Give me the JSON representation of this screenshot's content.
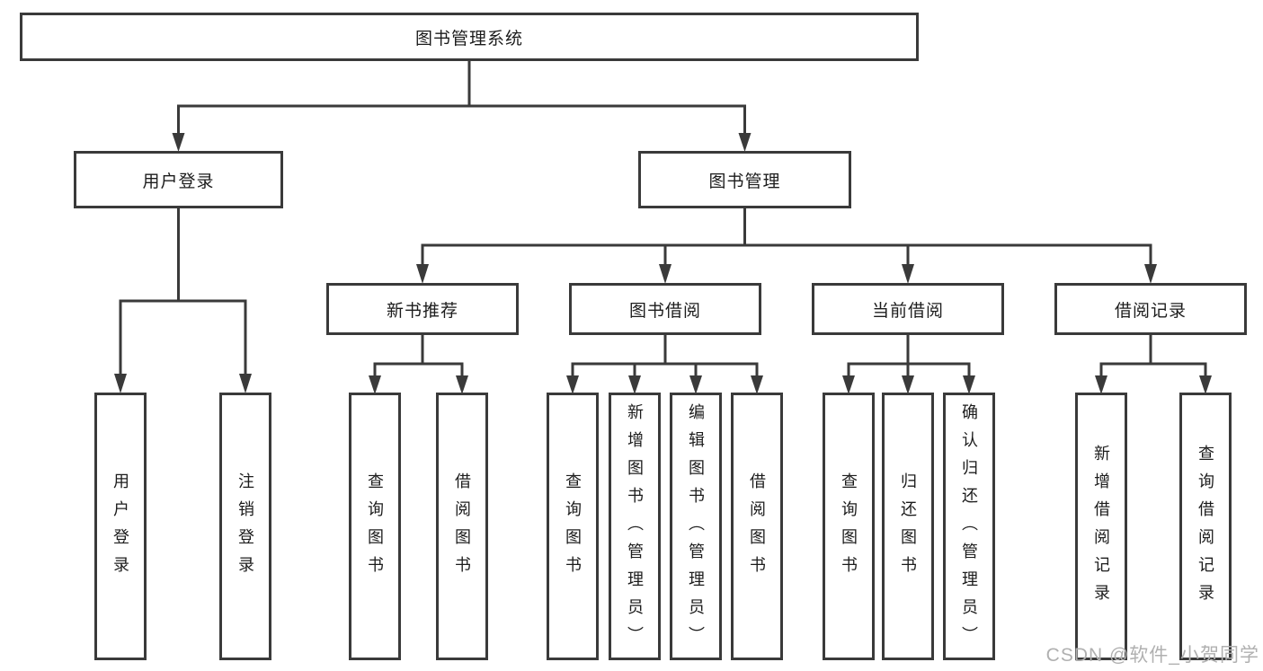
{
  "diagram": {
    "root": {
      "label": "图书管理系统"
    },
    "level2": [
      {
        "label": "用户登录"
      },
      {
        "label": "图书管理"
      }
    ],
    "level3": [
      {
        "label": "新书推荐"
      },
      {
        "label": "图书借阅"
      },
      {
        "label": "当前借阅"
      },
      {
        "label": "借阅记录"
      }
    ],
    "leaves_user_login": [
      {
        "label": "用户登录"
      },
      {
        "label": "注销登录"
      }
    ],
    "leaves_new_book": [
      {
        "label": "查询图书"
      },
      {
        "label": "借阅图书"
      }
    ],
    "leaves_book_borrow": [
      {
        "label": "查询图书"
      },
      {
        "label": "新增图书（管理员）"
      },
      {
        "label": "编辑图书（管理员）"
      },
      {
        "label": "借阅图书"
      }
    ],
    "leaves_current_borrow": [
      {
        "label": "查询图书"
      },
      {
        "label": "归还图书"
      },
      {
        "label": "确认归还（管理员）"
      }
    ],
    "leaves_borrow_record": [
      {
        "label": "新增借阅记录"
      },
      {
        "label": "查询借阅记录"
      }
    ]
  },
  "watermark": {
    "text": "CSDN @软件_小贺同学"
  },
  "colors": {
    "line": "#3a3a3a",
    "text": "#1c1c1c",
    "watermark": "#b0b0b0",
    "background": "#ffffff"
  }
}
